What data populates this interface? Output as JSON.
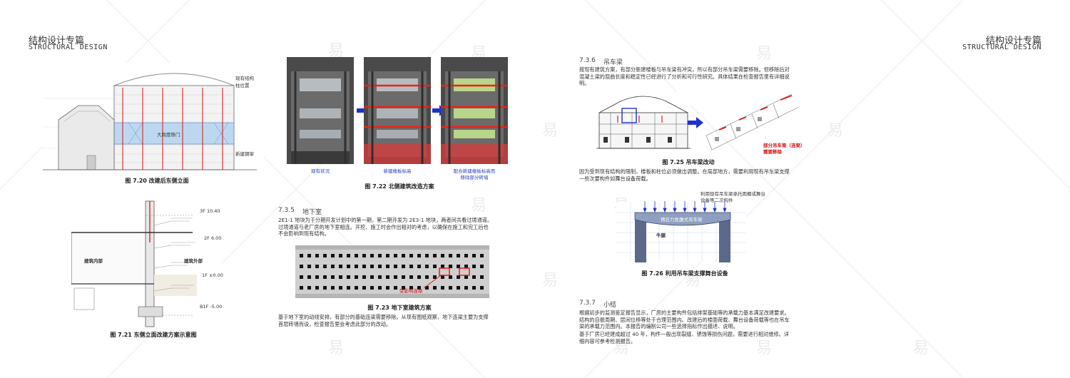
{
  "header": {
    "title_zh": "结构设计专篇",
    "title_en": "STRUCTURAL DESIGN"
  },
  "left_page": {
    "fig_7_20": {
      "caption": "图 7.20 改建后东侧立面",
      "labels": {
        "existing_columns": [
          "现有结构",
          "柱位置"
        ],
        "door": "大跨度移门",
        "new_steel": "新建钢架"
      }
    },
    "fig_7_21": {
      "caption": "图 7.21 东侧立面改建方案示意图",
      "labels": {
        "inside": "建筑内部",
        "outside": "建筑外部",
        "levels": [
          "3F 10.40",
          "2F 6.00",
          "1F ±0.00",
          "B1F -5.00"
        ]
      }
    },
    "fig_7_22": {
      "caption": "图 7.22 北侧建筑改造方案",
      "labels": [
        "现有状况",
        "新建楼板标高",
        "配合新建楼板标高而",
        "移除部分砖墙"
      ]
    },
    "section_7_3_5": {
      "number": "7.3.5",
      "title": "地下室",
      "para1": [
        "2E1-1 地块为于分期开发计划中的第一期，第二期开发为 2E3-1 地块，两者间共看过境通道。",
        "过境通道与老厂房的地下室相连。开挖、施工时会作出相对的考虑，以确保在施工和完工后也",
        "不会影响到现有结构。"
      ],
      "para2": [
        "基于地下室的动线安排，有部分的基础连梁需要移除。从现有图纸观察，地下连梁主要为支撑",
        "首层砖墙而设，检查报告里会考虑此部分的改动。"
      ]
    },
    "fig_7_23": {
      "caption": "图 7.23 地下室建筑方案",
      "labels": {
        "affected": "受影响连梁"
      }
    }
  },
  "right_page": {
    "section_7_3_6": {
      "number": "7.3.6",
      "title": "吊车梁",
      "para1": [
        "按现有建筑方案，有部分新建楼板与吊车梁有冲突，所以有部分吊车梁需要移除。但移除后对",
        "混凝土梁的屈曲长度和稳定性已经进行了分析和可行性研究。具体结果在检查报告里有详细说",
        "明。"
      ],
      "para2": [
        "因为受到现有结构的限制，楼板和柱位必须做出调整。在局部地方，需要利用现有吊车梁支撑",
        "一些次要构件如舞台设备荷载。"
      ]
    },
    "fig_7_25": {
      "caption": "图 7.25 吊车梁改动",
      "labels": [
        "部分吊车梁（连梁）",
        "需要移除"
      ]
    },
    "fig_7_26": {
      "caption": "图 7.26 利用吊车梁支撑舞台设备",
      "labels": {
        "note": [
          "利用现有吊车梁承托雨棚或舞台",
          "设备等二次构件"
        ],
        "beam": "预应力鱼腹式吊车梁",
        "corbel": "牛腿"
      }
    },
    "section_7_3_7": {
      "number": "7.3.7",
      "title": "小结",
      "para1": [
        "根据初步的监测鉴定报告显示，厂房的主要构件包括排架基础等的承载力基本满足改建要求。",
        "结构的自振周期、层间位移等处于合理范围内。改建后的楼面荷载、舞台设备荷载等也在吊车",
        "梁的承载力范围内。本报告的编制公司一些选择指标作出描述、说明。"
      ],
      "para2": [
        "基于厂房已经建成超过 40 年，构件一般出现裂缝、锈蚀等损伤问题，需要进行相对维修。详",
        "细内容可参考检测报告。"
      ]
    }
  },
  "watermark": "易"
}
